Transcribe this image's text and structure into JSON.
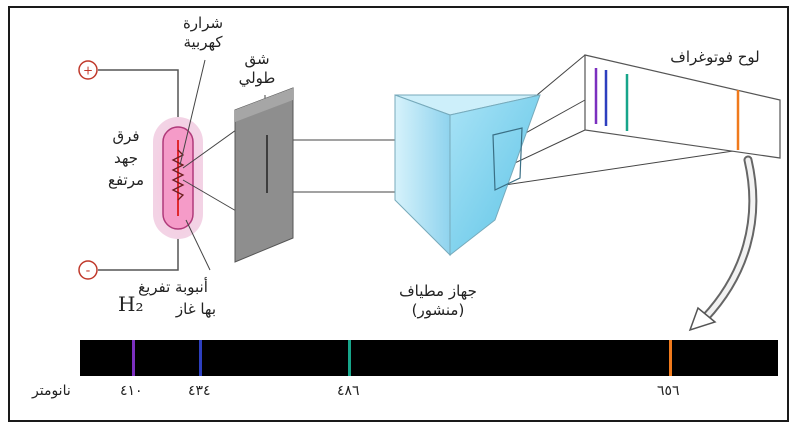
{
  "labels": {
    "spark": [
      "شرارة",
      "كهربية"
    ],
    "slit": [
      "شق",
      "طولي"
    ],
    "plate": "لوح فوتوغراف",
    "voltage": [
      "فرق",
      "جهد",
      "مرتفع"
    ],
    "tube": [
      "أنبوبة تفريغ",
      "بها غاز"
    ],
    "gas_formula": "H₂",
    "prism": [
      "جهاز مطياف",
      "(منشور)"
    ],
    "unit": "نانومتر"
  },
  "spectrum": {
    "lines": [
      {
        "wavelength_label": "٤١٠",
        "color": "#7b2fbf"
      },
      {
        "wavelength_label": "٤٣٤",
        "color": "#2d3fbf"
      },
      {
        "wavelength_label": "٤٨٦",
        "color": "#17a58a"
      },
      {
        "wavelength_label": "٦٥٦",
        "color": "#f07a1c"
      }
    ],
    "band_color": "#000000"
  },
  "terminals": {
    "plus": "+",
    "minus": "-"
  }
}
